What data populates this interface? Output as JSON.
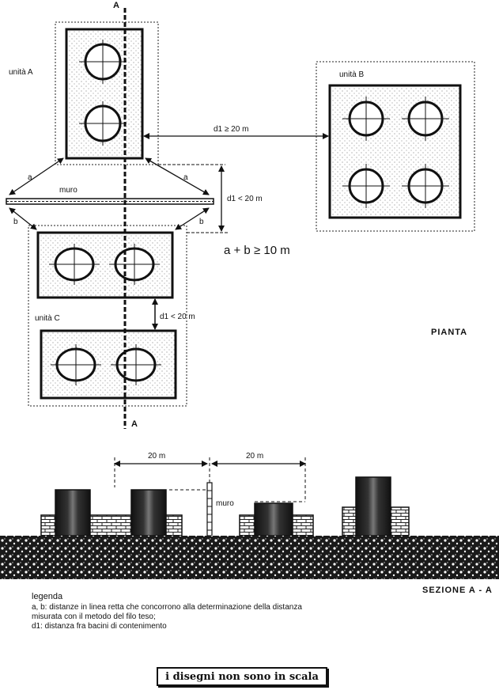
{
  "plan": {
    "section_mark_top": "A",
    "section_mark_bottom": "A",
    "unit_a_label": "unità A",
    "unit_b_label": "unità B",
    "unit_c_label": "unità C",
    "wall_label": "muro",
    "label_a": "a",
    "label_b": "b",
    "dist_ab": "d1 ≥ 20 m",
    "dist_wall": "d1 < 20 m",
    "dist_ac": "d1 < 20 m",
    "formula": "a + b ≥ 10 m",
    "view_title": "PIANTA"
  },
  "section": {
    "dim_1": "20 m",
    "dim_2": "20 m",
    "wall_label": "muro",
    "view_title": "SEZIONE A - A"
  },
  "legend": {
    "title": "legenda",
    "line_1": "a, b: distanze in linea retta che concorrono alla determinazione della distanza",
    "line_2": "misurata con il metodo del filo teso;",
    "line_3": "d1: distanza fra bacini di contenimento"
  },
  "note": "i disegni non sono in scala"
}
